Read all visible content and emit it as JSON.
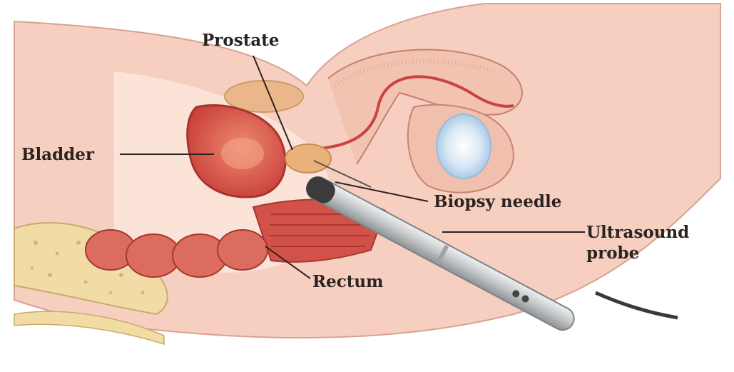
{
  "labels": {
    "prostate": "Prostate",
    "bladder": "Bladder",
    "biopsy_needle": "Biopsy needle",
    "ultrasound_probe_line1": "Ultrasound",
    "ultrasound_probe_line2": "probe",
    "rectum": "Rectum"
  },
  "colors": {
    "skin": "#f6cfc0",
    "skin_light": "#fbe3d8",
    "bladder": "#d9564a",
    "muscle": "#c9443f",
    "gland": "#e9b27a",
    "bone": "#f1dca6",
    "probe": "#c8cacc",
    "label_text": "#2a2320"
  }
}
